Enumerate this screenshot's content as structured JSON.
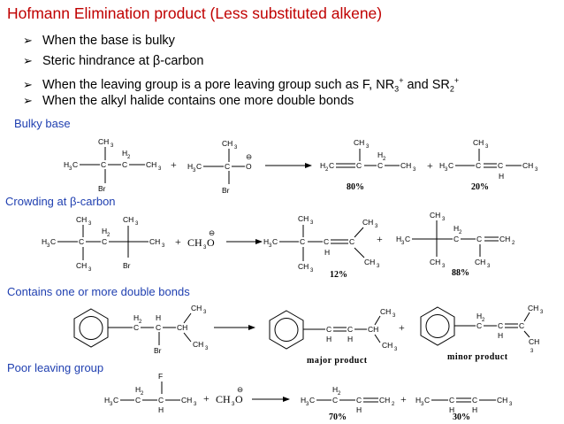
{
  "title": "Hofmann Elimination product (Less substituted alkene)",
  "bullets": [
    "When the base is bulky",
    "Steric hindrance at β-carbon",
    "When the leaving group is a pore leaving group such as F, NR",
    "When the alkyl halide contains one more double bonds"
  ],
  "bullet3_parts": {
    "sub1": "3",
    "sup1": "+",
    "mid": " and SR",
    "sub2": "2",
    "sup2": "+"
  },
  "sections": [
    "Bulky base",
    "Crowding at β-carbon",
    "Contains one or more double bonds",
    "Poor leaving group"
  ],
  "chem": {
    "ch3": "CH",
    "h3c": "H",
    "h2": "H",
    "h": "H",
    "c": "C",
    "br": "Br",
    "o": "O",
    "f": "F",
    "three": "3",
    "two": "2",
    "plus": "+",
    "minus": "⊖",
    "ch2": "CH",
    "ch": "CH",
    "ch3o": "CH",
    "sub3": "3"
  },
  "percent": {
    "r1a": "80%",
    "r1b": "20%",
    "r2a": "12%",
    "r2b": "88%",
    "r4a": "70%",
    "r4b": "30%"
  },
  "captions": {
    "major": "major product",
    "minor": "minor product"
  }
}
